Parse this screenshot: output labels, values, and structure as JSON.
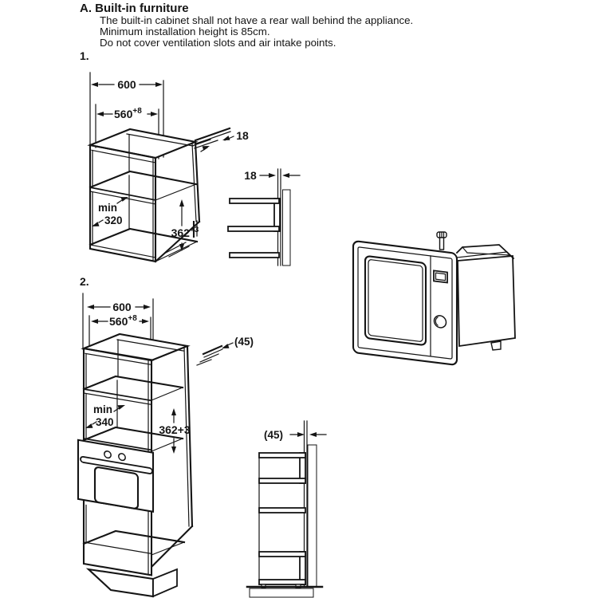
{
  "doc": {
    "section_title": "A. Built-in furniture",
    "instructions": [
      "The built-in cabinet shall not have a rear wall behind the appliance.",
      "Minimum installation height is 85cm.",
      "Do not cover ventilation slots and air intake points."
    ],
    "fig1_label": "1.",
    "fig2_label": "2."
  },
  "figure1": {
    "cabinet": {
      "outer_width": "600",
      "inner_width": "560",
      "inner_width_sup": "+8",
      "panel_thickness": "18",
      "depth_label": "min",
      "depth_value": "320",
      "niche_height": "362",
      "niche_height_sup": "+3"
    },
    "side_view": {
      "wall_gap": "18"
    }
  },
  "figure2": {
    "cabinet": {
      "outer_width": "600",
      "inner_width": "560",
      "inner_width_sup": "+8",
      "panel_thickness": "(45)",
      "depth_label": "min",
      "depth_value": "340",
      "niche_height": "362+3"
    },
    "side_view": {
      "wall_gap": "(45)"
    }
  },
  "colors": {
    "line": "#151515",
    "wall_fill": "#c8c8c8"
  }
}
